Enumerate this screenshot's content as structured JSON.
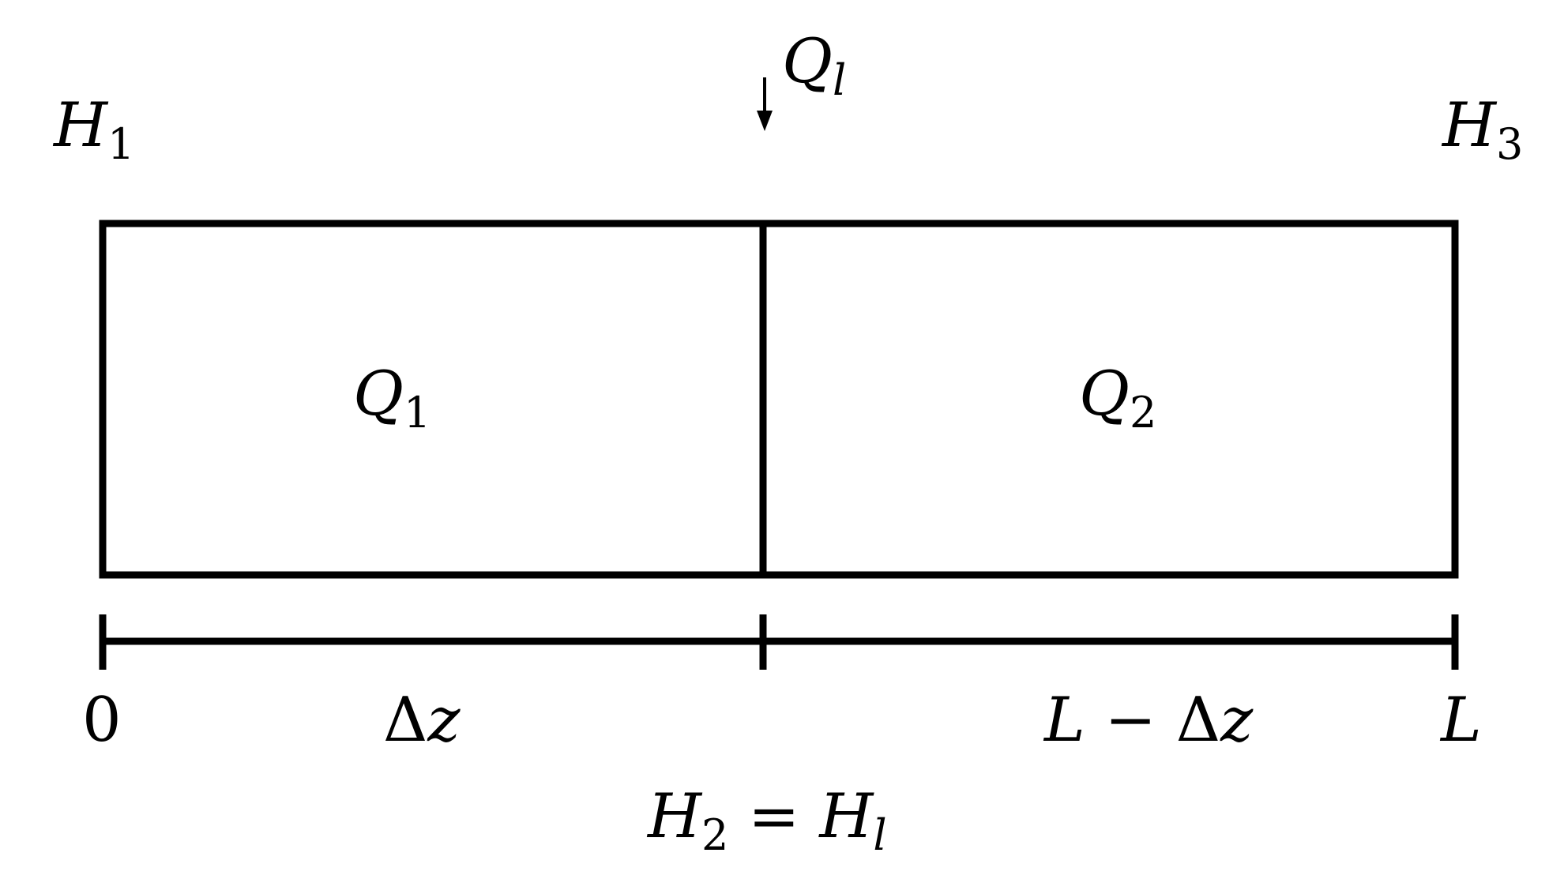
{
  "labels": {
    "left_head": {
      "main": "H",
      "sub": "1"
    },
    "right_head": {
      "main": "H",
      "sub": "3"
    },
    "inflow": {
      "main": "Q",
      "sub": "l"
    },
    "segment_1": {
      "main": "Q",
      "sub": "1"
    },
    "segment_2": {
      "main": "Q",
      "sub": "2"
    },
    "axis_start": "0",
    "axis_end": "L",
    "length_1": {
      "delta": "Δ",
      "var": "z"
    },
    "length_2": {
      "L": "L",
      "minus": " − ",
      "delta": "Δ",
      "var": "z"
    },
    "junction_head": {
      "lhs": "H",
      "lhs_sub": "2",
      "eq": " = ",
      "rhs": "H",
      "rhs_sub": "l"
    }
  }
}
